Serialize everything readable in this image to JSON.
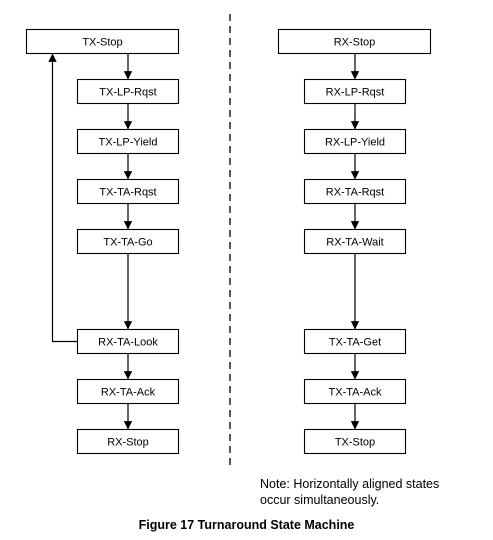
{
  "diagram": {
    "tx_column": [
      "TX-Stop",
      "TX-LP-Rqst",
      "TX-LP-Yield",
      "TX-TA-Rqst",
      "TX-TA-Go",
      "RX-TA-Look",
      "RX-TA-Ack",
      "RX-Stop"
    ],
    "rx_column": [
      "RX-Stop",
      "RX-LP-Rqst",
      "RX-LP-Yield",
      "RX-TA-Rqst",
      "RX-TA-Wait",
      "TX-TA-Get",
      "TX-TA-Ack",
      "TX-Stop"
    ],
    "edges": [
      {
        "col": "tx",
        "from": 0,
        "to": 1
      },
      {
        "col": "tx",
        "from": 1,
        "to": 2
      },
      {
        "col": "tx",
        "from": 2,
        "to": 3
      },
      {
        "col": "tx",
        "from": 3,
        "to": 4
      },
      {
        "col": "tx",
        "from": 4,
        "to": 5
      },
      {
        "col": "tx",
        "from": 5,
        "to": 6
      },
      {
        "col": "tx",
        "from": 6,
        "to": 7
      },
      {
        "col": "tx",
        "from": 5,
        "to": 0,
        "type": "loop-back"
      },
      {
        "col": "rx",
        "from": 0,
        "to": 1
      },
      {
        "col": "rx",
        "from": 1,
        "to": 2
      },
      {
        "col": "rx",
        "from": 2,
        "to": 3
      },
      {
        "col": "rx",
        "from": 3,
        "to": 4
      },
      {
        "col": "rx",
        "from": 4,
        "to": 5
      },
      {
        "col": "rx",
        "from": 5,
        "to": 6
      },
      {
        "col": "rx",
        "from": 6,
        "to": 7
      }
    ]
  },
  "note": {
    "line1": "Note: Horizontally aligned states",
    "line2": "occur simultaneously."
  },
  "caption": "Figure 17 Turnaround State Machine"
}
